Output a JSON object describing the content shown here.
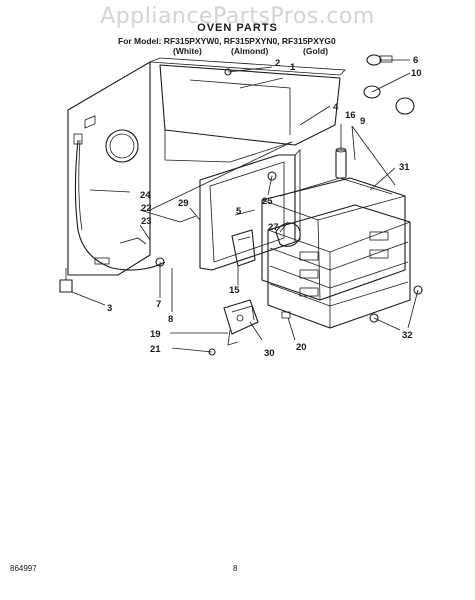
{
  "watermark": "AppliancePartsPros.com",
  "title": "OVEN PARTS",
  "model_line": "For Model: RF315PXYW0, RF315PXYN0, RF315PXYG0",
  "model_colors": [
    "(White)",
    "(Almond)",
    "(Gold)"
  ],
  "callouts": {
    "c1": "1",
    "c2": "2",
    "c3": "3",
    "c4": "4",
    "c5": "5",
    "c6": "6",
    "c7": "7",
    "c8": "8",
    "c9": "9",
    "c10": "10",
    "c15": "15",
    "c16": "16",
    "c19": "19",
    "c20": "20",
    "c21": "21",
    "c22": "22",
    "c23": "23",
    "c24": "24",
    "c25": "25",
    "c27": "27",
    "c29": "29",
    "c30": "30",
    "c31": "31",
    "c32": "32"
  },
  "doc_code": "864997",
  "page_number": "8"
}
